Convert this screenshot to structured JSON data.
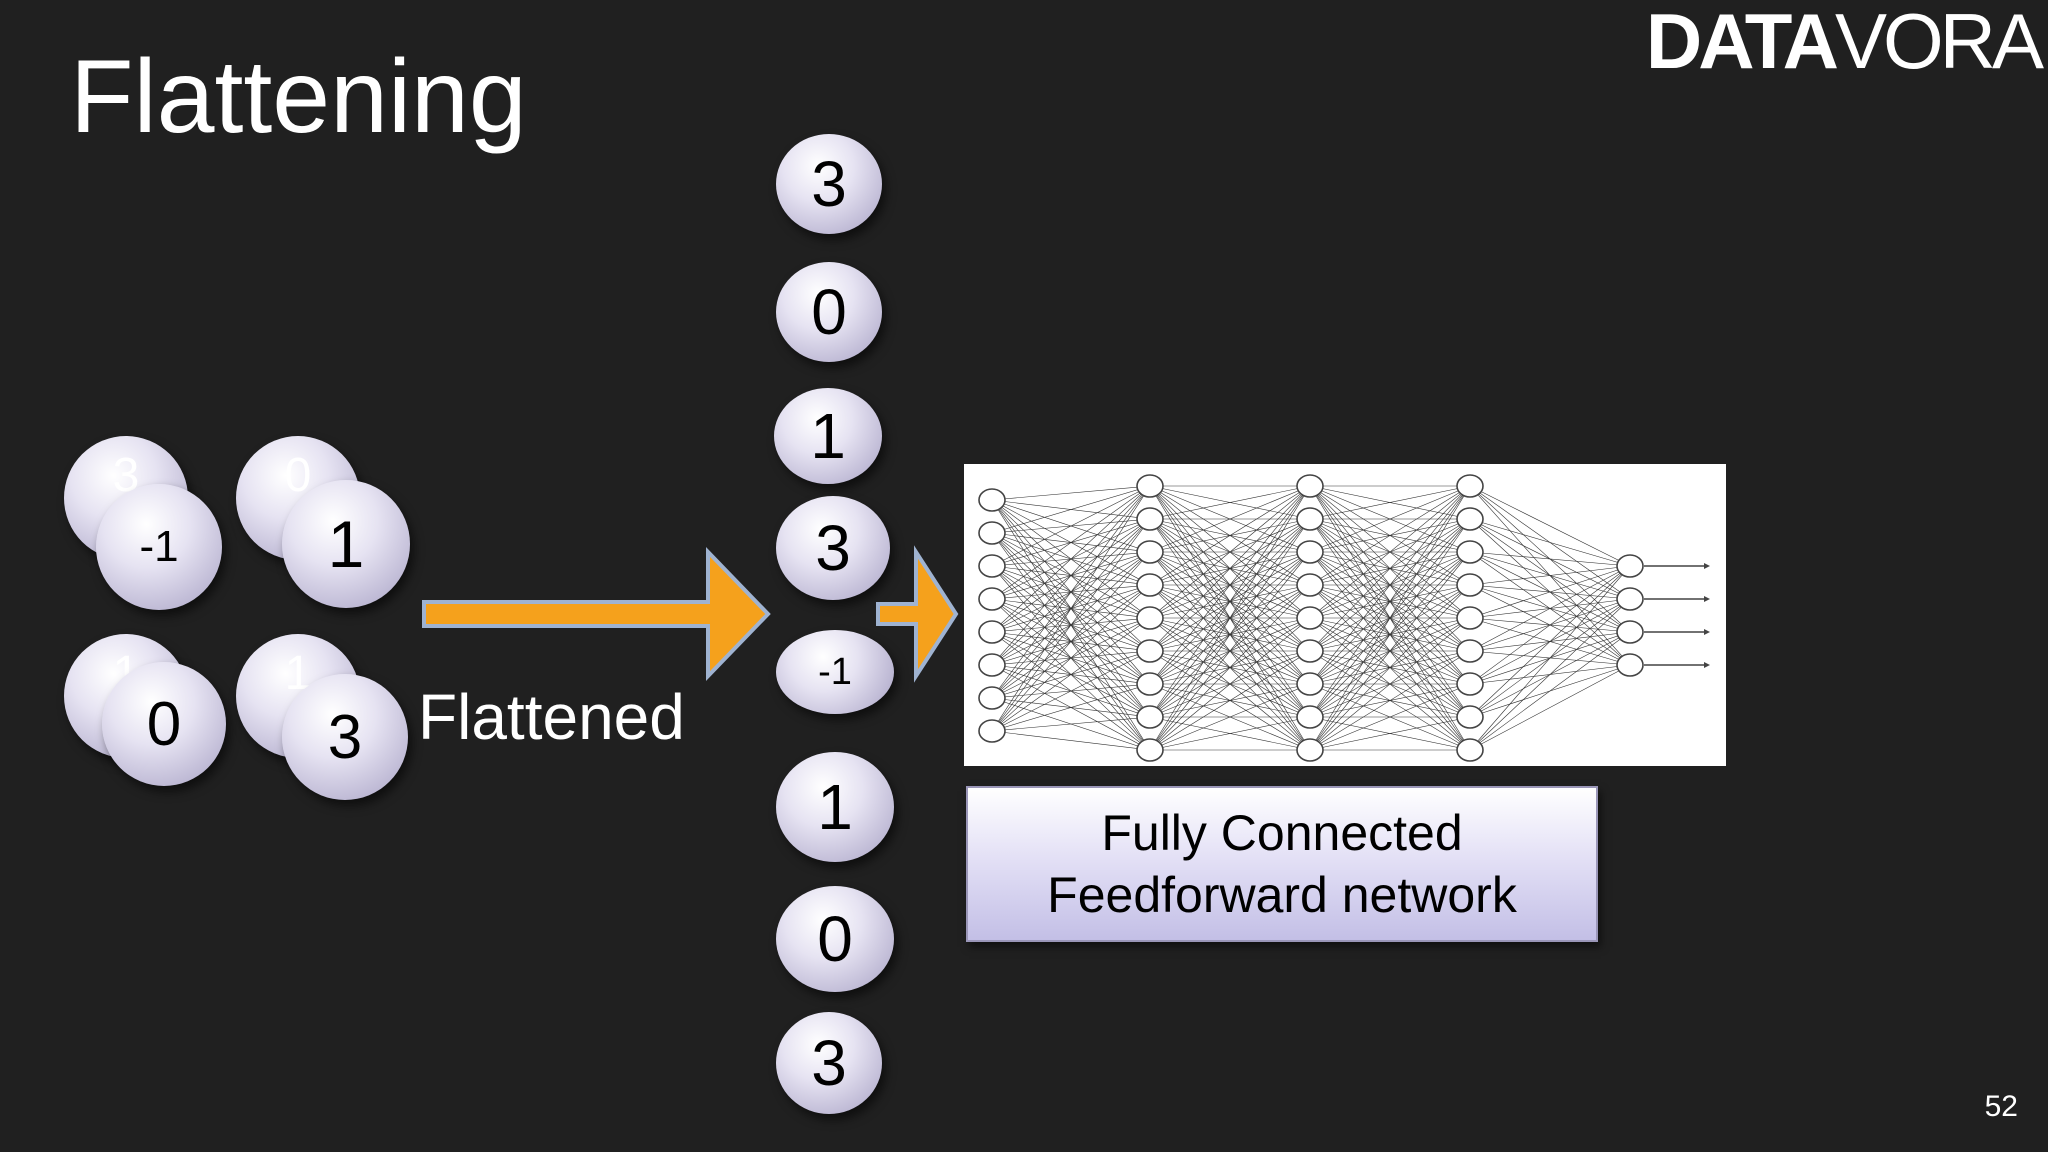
{
  "slide": {
    "title": "Flattening",
    "logo": {
      "bold": "DATA",
      "light": "VORA"
    },
    "page_number": "52",
    "flattened_label": "Flattened",
    "fc_box": {
      "line1": "Fully Connected",
      "line2": "Feedforward network"
    },
    "colors": {
      "background": "#202020",
      "arrow_fill": "#f5a11c",
      "arrow_stroke": "#9fb3d1",
      "node": "#d9d6ea"
    },
    "pooled_grid": {
      "front": [
        "-1",
        "1",
        "0",
        "3"
      ],
      "back": [
        "3",
        "0",
        "1",
        "1"
      ]
    },
    "flattened_vector": [
      "3",
      "0",
      "1",
      "3",
      "-1",
      "1",
      "0",
      "3"
    ]
  }
}
